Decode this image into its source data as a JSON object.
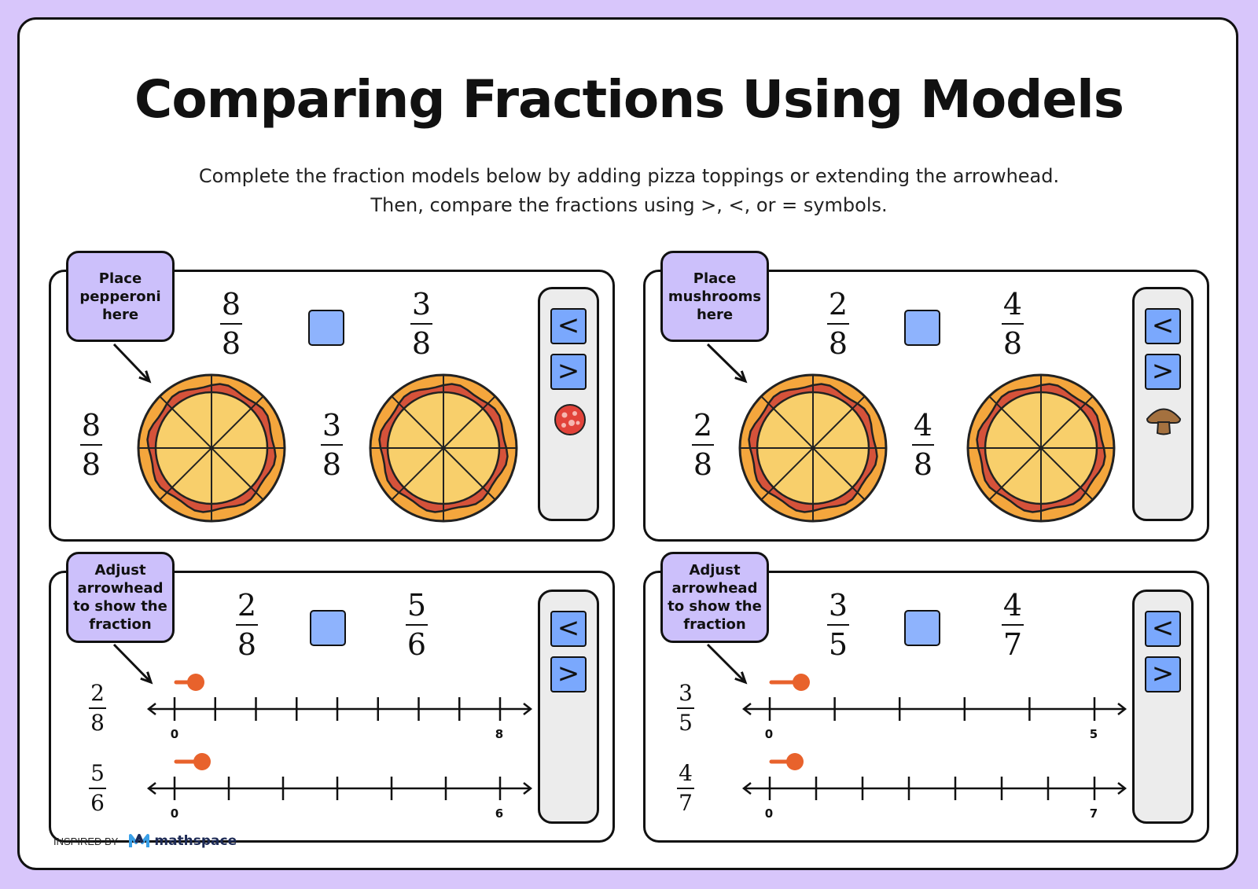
{
  "title": "Comparing Fractions Using Models",
  "instructions": [
    "Complete the fraction models below by adding pizza toppings or extending the arrowhead.",
    "Then, compare the fractions using >, <, or = symbols."
  ],
  "symbols": {
    "less": "<",
    "greater": ">"
  },
  "panels": {
    "p1": {
      "bubble": "Place\npepperoni\nhere",
      "top_left": {
        "n": "8",
        "d": "8"
      },
      "top_right": {
        "n": "3",
        "d": "8"
      },
      "left": {
        "n": "8",
        "d": "8"
      },
      "mid": {
        "n": "3",
        "d": "8"
      },
      "topping": "pepperoni-icon"
    },
    "p2": {
      "bubble": "Place\nmushrooms\nhere",
      "top_left": {
        "n": "2",
        "d": "8"
      },
      "top_right": {
        "n": "4",
        "d": "8"
      },
      "left": {
        "n": "2",
        "d": "8"
      },
      "mid": {
        "n": "4",
        "d": "8"
      },
      "topping": "mushroom-icon"
    },
    "p3": {
      "bubble": "Adjust\narrowhead\nto show the\nfraction",
      "top_left": {
        "n": "2",
        "d": "8"
      },
      "top_right": {
        "n": "5",
        "d": "6"
      },
      "line1": {
        "n": "2",
        "d": "8",
        "start": "0",
        "end": "8",
        "divisions": 8
      },
      "line2": {
        "n": "5",
        "d": "6",
        "start": "0",
        "end": "6",
        "divisions": 6
      }
    },
    "p4": {
      "bubble": "Adjust\narrowhead\nto show the\nfraction",
      "top_left": {
        "n": "3",
        "d": "5"
      },
      "top_right": {
        "n": "4",
        "d": "7"
      },
      "line1": {
        "n": "3",
        "d": "5",
        "start": "0",
        "end": "5",
        "divisions": 5
      },
      "line2": {
        "n": "4",
        "d": "7",
        "start": "0",
        "end": "7",
        "divisions": 7
      }
    }
  },
  "footer": {
    "inspired_by": "INSPIRED BY",
    "brand": "mathspace"
  },
  "colors": {
    "background": "#d8c6fb",
    "bubble": "#ccc0fb",
    "compare_box": "#8eb3fd",
    "crust": "#f4a63d",
    "sauce": "#d5523a",
    "cheese": "#f8cf6b",
    "arrowhead": "#e8622c"
  }
}
